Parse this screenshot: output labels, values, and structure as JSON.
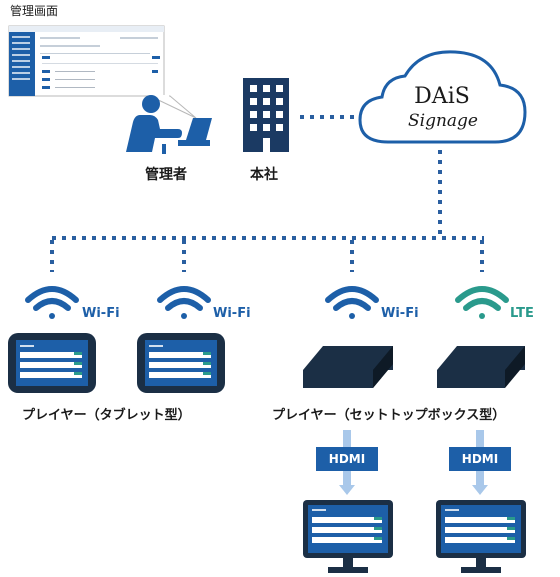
{
  "management_screen": {
    "caption": "管理画面"
  },
  "nodes": {
    "admin": {
      "label": "管理者"
    },
    "headquarters": {
      "label": "本社"
    },
    "cloud": {
      "brand_line1": "DAiS",
      "brand_line2": "Signage"
    }
  },
  "connections": [
    {
      "type": "Wi-Fi",
      "label": "Wi-Fi"
    },
    {
      "type": "Wi-Fi",
      "label": "Wi-Fi"
    },
    {
      "type": "Wi-Fi",
      "label": "Wi-Fi"
    },
    {
      "type": "LTE",
      "label": "LTE"
    }
  ],
  "player_groups": {
    "tablet": {
      "label": "プレイヤー（タブレット型）"
    },
    "settop": {
      "label": "プレイヤー（セットトップボックス型）"
    }
  },
  "hdmi_labels": [
    "HDMI",
    "HDMI"
  ],
  "colors": {
    "primary_blue": "#1d5fa8",
    "dark_navy": "#1b2f45",
    "lte_teal": "#2a9a8c",
    "dotted_line": "#2a5fa0",
    "arrow_light": "#a9c8ea"
  }
}
